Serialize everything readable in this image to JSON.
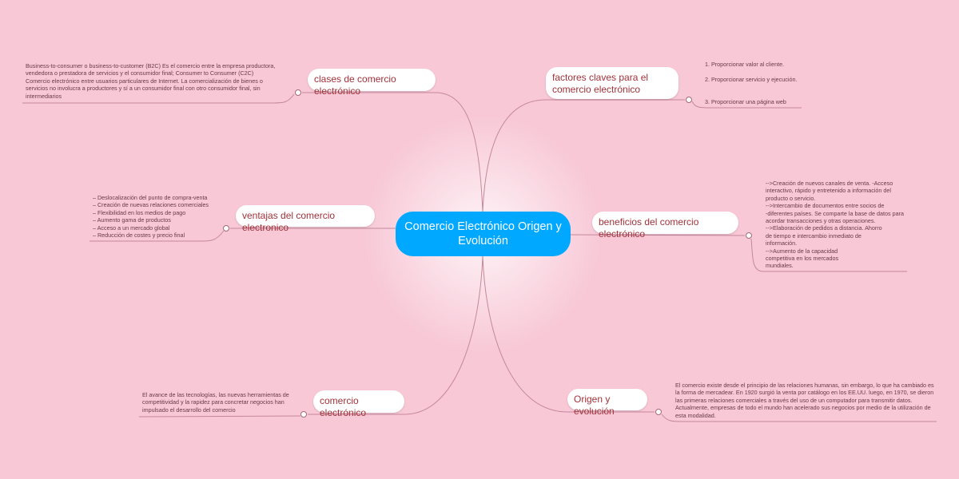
{
  "center": {
    "title": "Comercio Electrónico Origen y Evolución"
  },
  "colors": {
    "background": "#f8c8d7",
    "center": "#00a8ff",
    "node_text": "#a1323a",
    "line": "#c4889a"
  },
  "branches": [
    {
      "label": "clases de comercio electrónico",
      "note": "Business-to-consumer o business-to-customer (B2C)  Es el comercio entre la empresa productora,\nvendedora o prestadora de servicios y el consumidor final;   Consumer to Consumer (C2C)\nComercio electrónico entre usuarios particulares de Internet. La comercialización de bienes o\nservicios no involucra a productores y sí a un consumidor final con otro consumidor final, sin\nintermediarios"
    },
    {
      "label": "factores claves para el comercio electrónico",
      "note": "1. Proporcionar valor al cliente.\n\n2. Proporcionar servicio y ejecución.\n\n\n3. Proporcionar una página web"
    },
    {
      "label": "ventajas del comercio electronico",
      "note": "– Deslocalización del punto de compra-venta\n– Creación de nuevas relaciones comerciales\n– Flexibilidad en los medios de pago\n – Aumento gama de productos\n – Acceso a un mercado global\n – Reducción de costes y precio final"
    },
    {
      "label": "beneficios del comercio electrónico",
      "note": "-->Creación de nuevos canales de venta. -Acceso\ninteractivo, rápido y entretenido a información del\nproducto o servicio.\n-->Intercambio de documentos entre socios de\n-diferentes países. Se comparte la base de datos para\nacordar transacciones y otras operaciones.\n-->Elaboración de pedidos a distancia. Ahorro\nde tiempo e intercambio inmediato de\ninformación.\n-->Aumento de la capacidad\ncompetitiva en los mercados\nmundiales."
    },
    {
      "label": "comercio electrónico",
      "note": "El avance de las tecnologías, las nuevas herramientas de\ncompetitividad y la rapidez para concretar negocios han\nimpulsado el desarrollo del comercio"
    },
    {
      "label": "Origen y evolución",
      "note": "El comercio existe desde el principio de las relaciones humanas, sin embargo, lo que ha cambiado es\nla forma de mercadear. En 1920 surgió la venta por catálogo en los EE.UU. luego, en 1970, se dieron\nlas primeras relaciones comerciales a través del uso de un computador para transmitir datos.\nActualmente, empresas de todo el mundo han acelerado sus negocios por medio de la utilización de\nesta modalidad."
    }
  ]
}
